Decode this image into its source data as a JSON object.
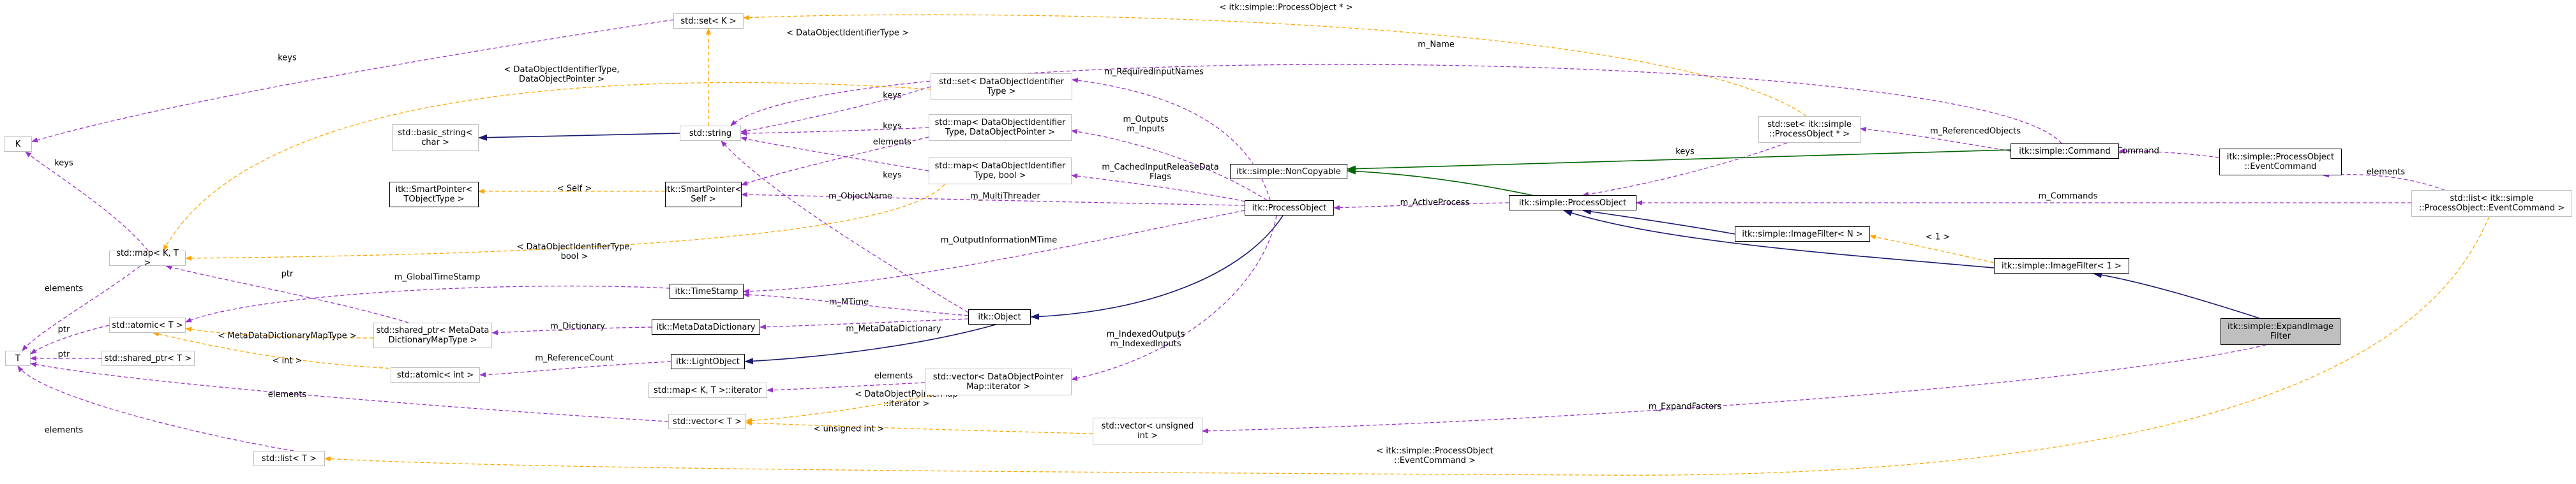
{
  "nodes": [
    {
      "id": "set_k",
      "label": "std::set< K >",
      "style": "gray"
    },
    {
      "id": "K",
      "label": "K",
      "style": "gray"
    },
    {
      "id": "string",
      "label": "std::string",
      "style": "gray"
    },
    {
      "id": "basic_string",
      "label": "std::basic_string<\nchar >",
      "style": "gray"
    },
    {
      "id": "smartptr_tobj",
      "label": "itk::SmartPointer<\nTObjectType >",
      "style": "dark"
    },
    {
      "id": "smartptr_self",
      "label": "itk::SmartPointer<\nSelf >",
      "style": "dark"
    },
    {
      "id": "map_kt",
      "label": "std::map< K, T >",
      "style": "gray"
    },
    {
      "id": "atomic_t",
      "label": "std::atomic< T >",
      "style": "gray"
    },
    {
      "id": "T",
      "label": "T",
      "style": "gray"
    },
    {
      "id": "shared_ptr_t",
      "label": "std::shared_ptr< T >",
      "style": "gray"
    },
    {
      "id": "shared_ptr_mdd",
      "label": "std::shared_ptr< MetaData\nDictionaryMapType >",
      "style": "gray"
    },
    {
      "id": "atomic_int",
      "label": "std::atomic< int >",
      "style": "gray"
    },
    {
      "id": "timestamp",
      "label": "itk::TimeStamp",
      "style": "dark"
    },
    {
      "id": "metadatadict",
      "label": "itk::MetaDataDictionary",
      "style": "dark"
    },
    {
      "id": "lightobject",
      "label": "itk::LightObject",
      "style": "dark"
    },
    {
      "id": "map_iter",
      "label": "std::map< K, T >::iterator",
      "style": "gray"
    },
    {
      "id": "vector_t",
      "label": "std::vector< T >",
      "style": "gray"
    },
    {
      "id": "list_t",
      "label": "std::list< T >",
      "style": "gray"
    },
    {
      "id": "set_did",
      "label": "std::set< DataObjectIdentifier\nType >",
      "style": "gray"
    },
    {
      "id": "map_did_ptr",
      "label": "std::map< DataObjectIdentifier\nType, DataObjectPointer >",
      "style": "gray"
    },
    {
      "id": "map_did_bool",
      "label": "std::map< DataObjectIdentifier\nType, bool >",
      "style": "gray"
    },
    {
      "id": "itkobject",
      "label": "itk::Object",
      "style": "dark"
    },
    {
      "id": "vector_dopmi",
      "label": "std::vector< DataObjectPointer\nMap::iterator >",
      "style": "gray"
    },
    {
      "id": "vector_uint",
      "label": "std::vector< unsigned\nint >",
      "style": "gray"
    },
    {
      "id": "noncopyable",
      "label": "itk::simple::NonCopyable",
      "style": "dark"
    },
    {
      "id": "itkprocobj",
      "label": "itk::ProcessObject",
      "style": "dark"
    },
    {
      "id": "simpleprocobj",
      "label": "itk::simple::ProcessObject",
      "style": "dark"
    },
    {
      "id": "set_procobj",
      "label": "std::set< itk::simple\n::ProcessObject * >",
      "style": "gray"
    },
    {
      "id": "command",
      "label": "itk::simple::Command",
      "style": "dark"
    },
    {
      "id": "eventcommand",
      "label": "itk::simple::ProcessObject\n::EventCommand",
      "style": "dark"
    },
    {
      "id": "list_eventcommand",
      "label": "std::list< itk::simple\n::ProcessObject::EventCommand >",
      "style": "gray"
    },
    {
      "id": "imagefilter_n",
      "label": "itk::simple::ImageFilter< N >",
      "style": "dark"
    },
    {
      "id": "imagefilter_1",
      "label": "itk::simple::ImageFilter< 1 >",
      "style": "dark"
    },
    {
      "id": "expandimage",
      "label": "itk::simple::ExpandImage\nFilter",
      "style": "highlight"
    }
  ],
  "edge_labels": {
    "keys_setk_K": "keys",
    "did_type_set": "< DataObjectIdentifierType >",
    "procobj_ptr_set": "< itk::simple::ProcessObject * >",
    "m_name": "m_Name",
    "did_ptr_map": "< DataObjectIdentifierType,\nDataObjectPointer >",
    "keys_map_K": "keys",
    "keys_setdid": "keys",
    "keys_mapptr": "keys",
    "keys_mapbool": "keys",
    "elements_map": "elements",
    "m_requiredinputnames": "m_RequiredInputNames",
    "m_outputs_inputs": "m_Outputs\nm_Inputs",
    "m_referencedobjects": "m_ReferencedObjects",
    "keys_setproc": "keys",
    "m_command": "m_Command",
    "elements_list": "elements",
    "self": "< Self >",
    "m_cachedinput": "m_CachedInputReleaseData\nFlags",
    "m_multithreader": "m_MultiThreader",
    "m_activeprocess": "m_ActiveProcess",
    "m_commands": "m_Commands",
    "did_bool_map": "< DataObjectIdentifierType,\nbool >",
    "m_outputinfo": "m_OutputInformationMTime",
    "m_objectname": "m_ObjectName",
    "lt1": "< 1 >",
    "ptr_shared": "ptr",
    "m_globaltimestamp": "m_GlobalTimeStamp",
    "elements_T": "elements",
    "ptr_atomic": "ptr",
    "ptr_sharedT": "ptr",
    "m_mtime": "m_MTime",
    "mdd_map": "< MetaDataDictionaryMapType >",
    "m_dictionary": "m_Dictionary",
    "m_metadatadictionary": "m_MetaDataDictionary",
    "int_lt": "< int >",
    "m_referencecount": "m_ReferenceCount",
    "m_indexed": "m_IndexedOutputs\nm_IndexedInputs",
    "elements_vec": "elements",
    "dop_map_iter": "< DataObjectPointerMap\n::iterator >",
    "uint_lt": "< unsigned int >",
    "m_expandfactors": "m_ExpandFactors",
    "elements_list_T": "elements",
    "eventcommand_list": "< itk::simple::ProcessObject\n::EventCommand >"
  },
  "colors": {
    "gray_border": "#bfbfbf",
    "dark_border": "#000000",
    "highlight_fill": "#bfbfbf",
    "purple_edge": "#9a32cd",
    "orange_edge": "#ffa500",
    "navy_edge": "#191970",
    "green_edge": "#006400"
  }
}
